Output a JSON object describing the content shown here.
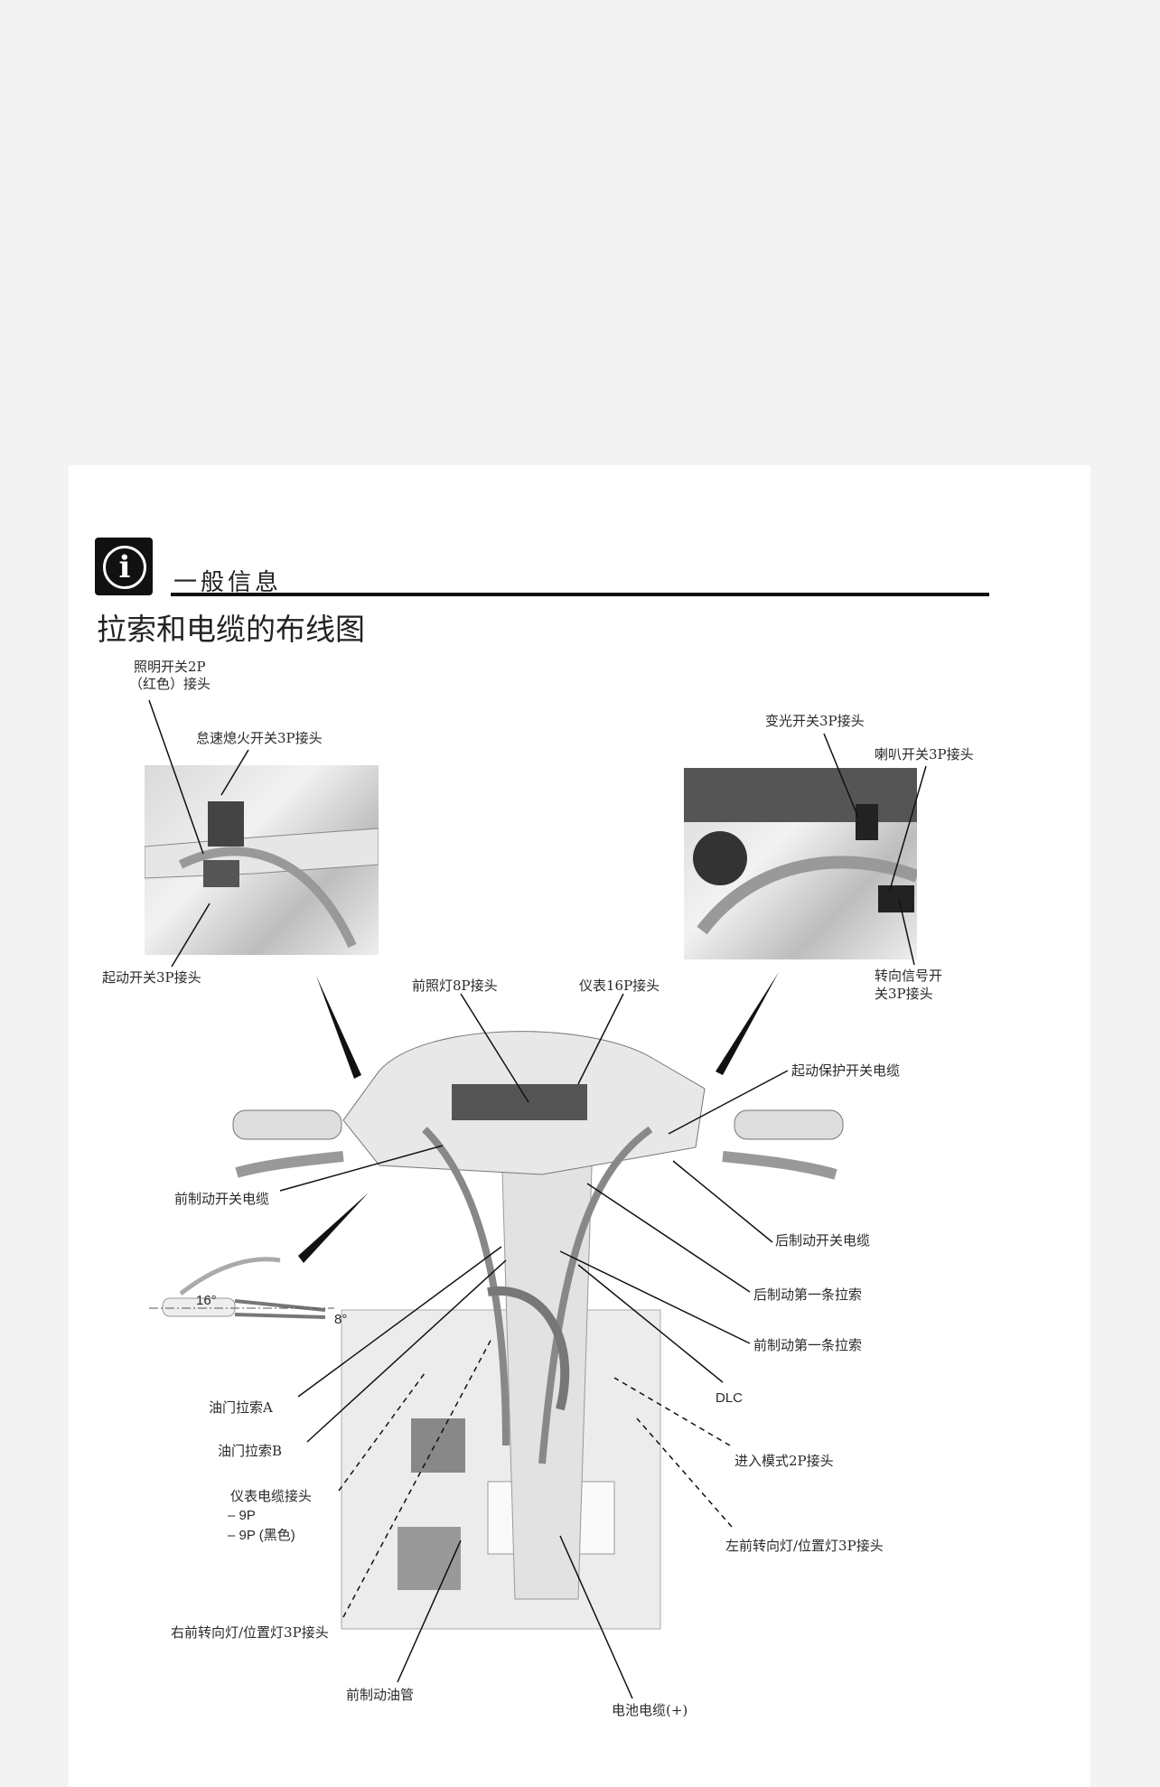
{
  "header": {
    "section": "一般信息",
    "title": "拉索和电缆的布线图",
    "icon": "info-icon"
  },
  "labels": {
    "lighting_switch_line1": "照明开关2P",
    "lighting_switch_line2": "（红色）接头",
    "idle_stop_switch": "怠速熄火开关3P接头",
    "starter_switch": "起动开关3P接头",
    "dimmer_switch": "变光开关3P接头",
    "horn_switch": "喇叭开关3P接头",
    "turn_signal_line1": "转向信号开",
    "turn_signal_line2": "关3P接头",
    "headlight": "前照灯8P接头",
    "meter_16p": "仪表16P接头",
    "starter_interlock": "起动保护开关电缆",
    "front_brake_switch": "前制动开关电缆",
    "rear_brake_switch": "后制动开关电缆",
    "rear_brake_cable": "后制动第一条拉索",
    "front_brake_cable": "前制动第一条拉索",
    "dlc": "DLC",
    "throttle_a": "油门拉索A",
    "throttle_b": "油门拉索B",
    "meter_cable": "仪表电缆接头",
    "meter_9p": "– 9P",
    "meter_9p_black": "– 9P (黑色)",
    "mode_2p": "进入模式2P接头",
    "left_turn": "左前转向灯/位置灯3P接头",
    "right_turn": "右前转向灯/位置灯3P接头",
    "front_brake_hose": "前制动油管",
    "battery_cable": "电池电缆(+)",
    "angle_16": "16°",
    "angle_8": "8°"
  }
}
